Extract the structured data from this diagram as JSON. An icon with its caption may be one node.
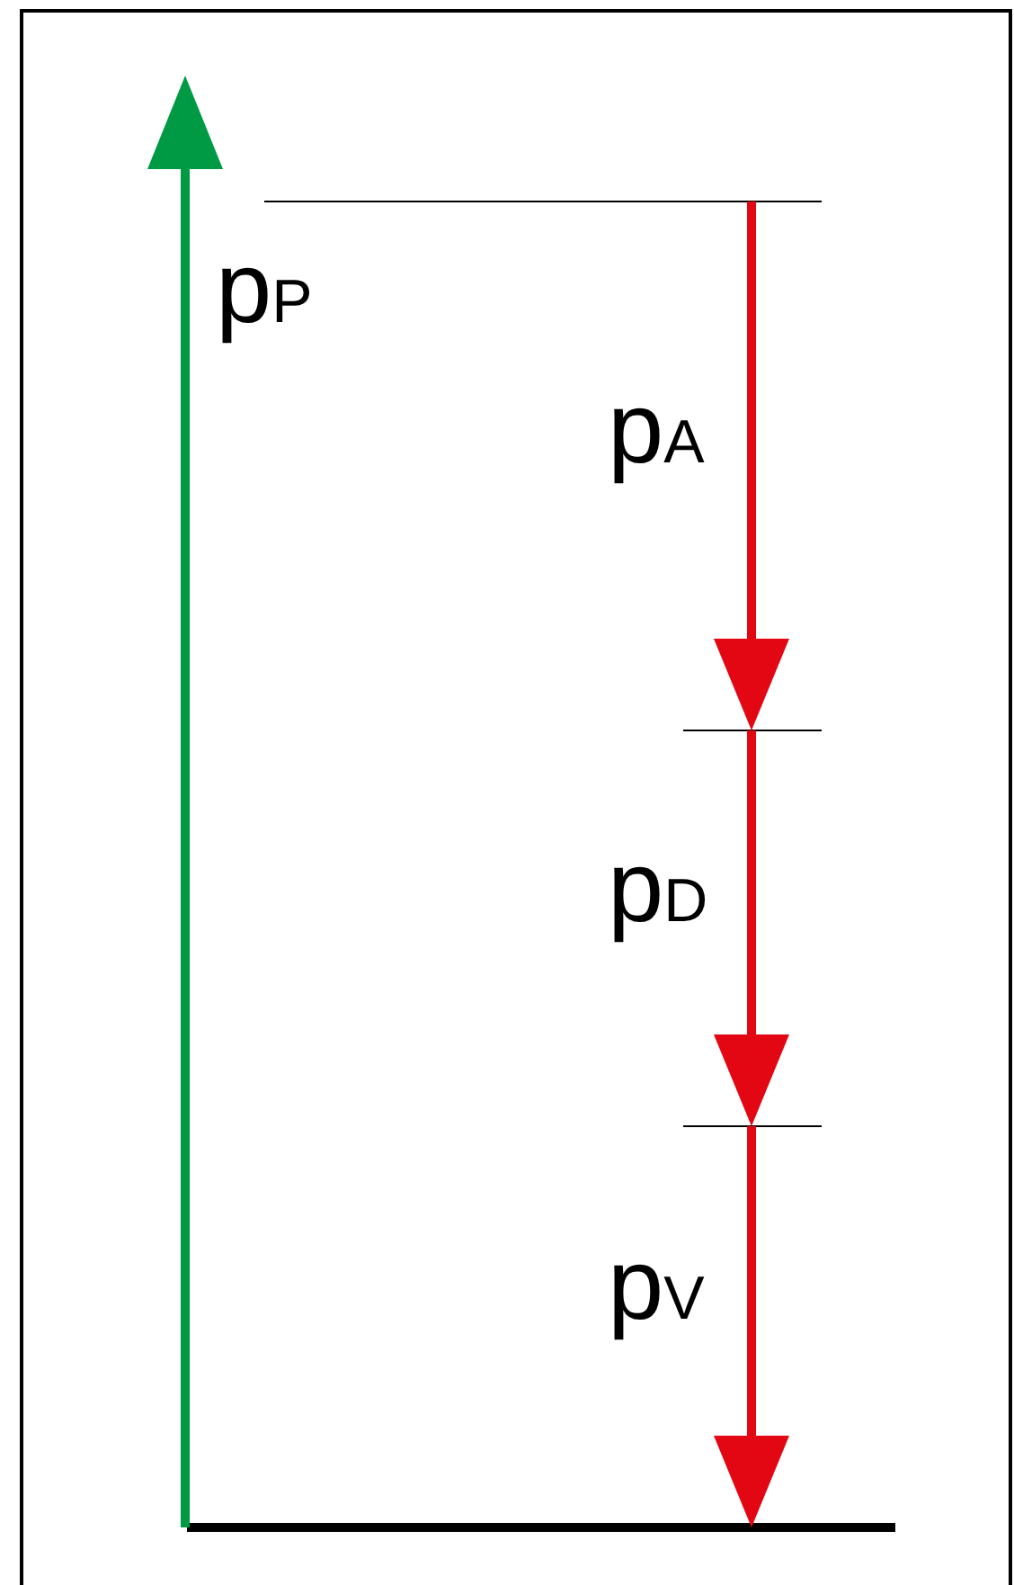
{
  "diagram": {
    "labels": [
      "p$_{P}$",
      "p$_{A}$",
      "p$_{D}$",
      "p$_{V}$"
    ]
  }
}
